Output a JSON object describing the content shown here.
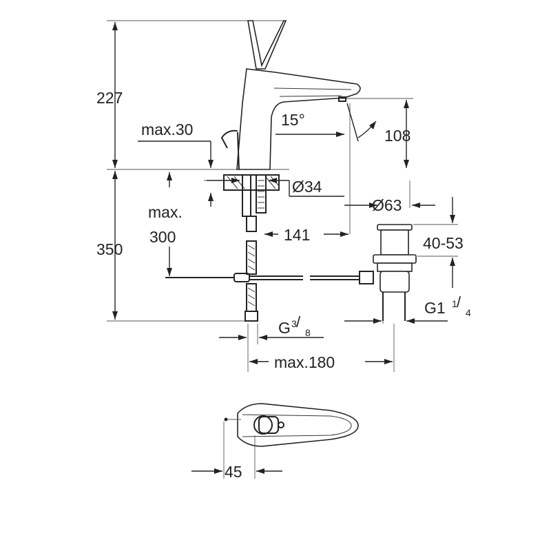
{
  "dimensions": {
    "spout_height": "227",
    "handle_tilt": "15°",
    "outlet_height": "108",
    "deck_max": "max.30",
    "hole_diameter": "Ø34",
    "counter_max_line1": "max.",
    "counter_max_line2": "300",
    "total_depth": "350",
    "waste_diameter": "Ø63",
    "waste_range": "40-53",
    "projection": "141",
    "waste_thread_base": "G1",
    "waste_thread_num": "1",
    "waste_thread_den": "4",
    "supply_thread_base": "G",
    "supply_thread_num": "3",
    "supply_thread_den": "8",
    "max_distance": "max.180",
    "handle_offset": "45"
  },
  "colors": {
    "line": "#222222",
    "background": "#ffffff"
  }
}
